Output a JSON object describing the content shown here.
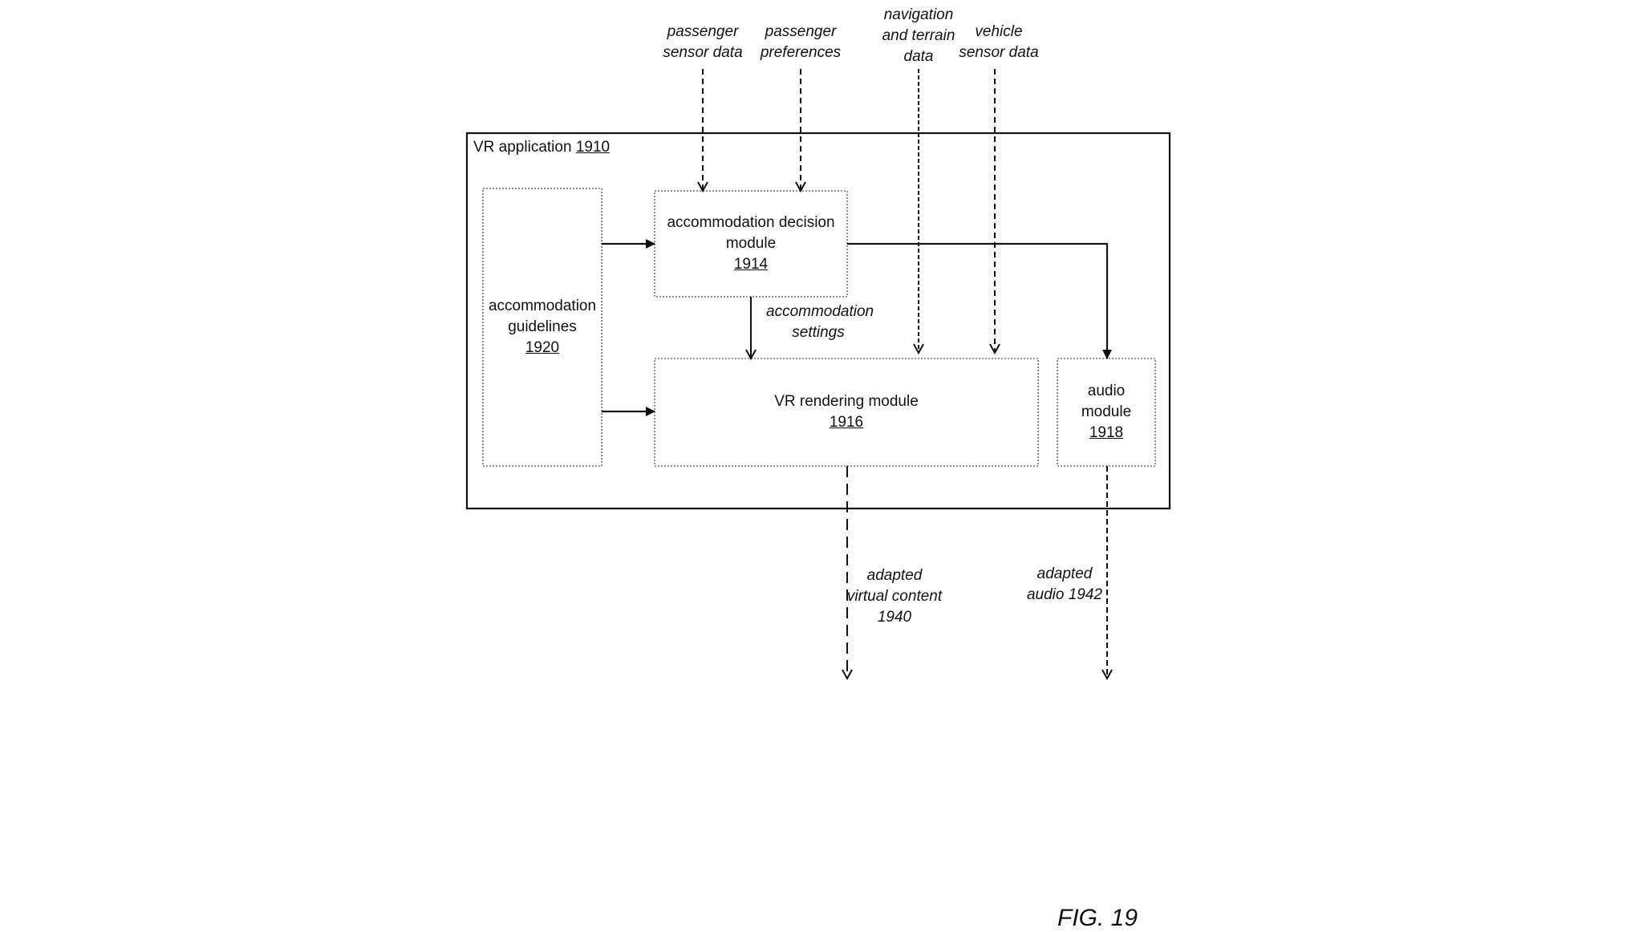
{
  "figure_label": "FIG. 19",
  "inputs": {
    "passenger_sensor_data": [
      "passenger",
      "sensor data"
    ],
    "passenger_preferences": [
      "passenger",
      "preferences"
    ],
    "navigation_terrain": [
      "navigation",
      "and terrain",
      "data"
    ],
    "vehicle_sensor_data": [
      "vehicle",
      "sensor data"
    ]
  },
  "container": {
    "label": "VR application",
    "ref": "1910"
  },
  "modules": {
    "guidelines": {
      "lines": [
        "accommodation",
        "guidelines"
      ],
      "ref": "1920"
    },
    "decision": {
      "lines": [
        "accommodation decision",
        "module"
      ],
      "ref": "1914"
    },
    "rendering": {
      "lines": [
        "VR rendering module"
      ],
      "ref": "1916"
    },
    "audio": {
      "lines": [
        "audio",
        "module"
      ],
      "ref": "1918"
    }
  },
  "edge_labels": {
    "settings": [
      "accommodation",
      "settings"
    ]
  },
  "outputs": {
    "virtual_content": [
      "adapted",
      "virtual content",
      "1940"
    ],
    "audio": [
      "adapted",
      "audio 1942"
    ]
  }
}
